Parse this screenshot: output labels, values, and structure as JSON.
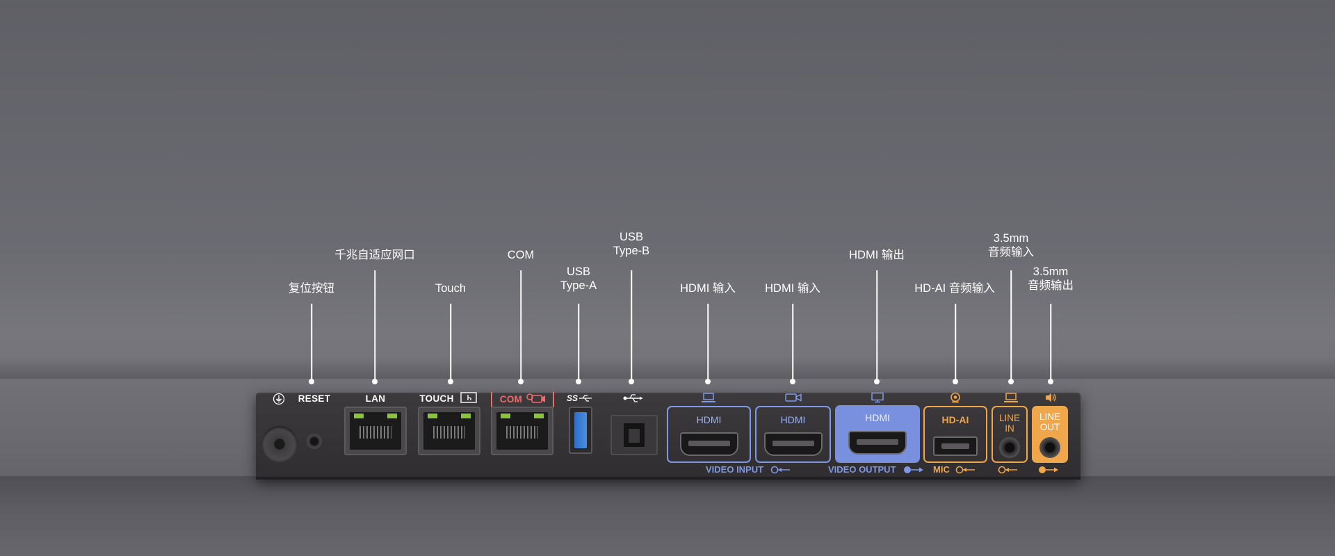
{
  "callouts": {
    "reset": "复位按钮",
    "lan": "千兆自适应网口",
    "touch": "Touch",
    "com": "COM",
    "usb_a": [
      "USB",
      "Type-A"
    ],
    "usb_b": [
      "USB",
      "Type-B"
    ],
    "hdmi_in_1": "HDMI 输入",
    "hdmi_in_2": "HDMI 输入",
    "hdmi_out": "HDMI 输出",
    "hdai": "HD-AI 音频输入",
    "line_in": [
      "3.5mm",
      "音频输入"
    ],
    "line_out": [
      "3.5mm",
      "音频输出"
    ]
  },
  "panel": {
    "reset_label": "RESET",
    "lan_label": "LAN",
    "touch_label": "TOUCH",
    "com_label": "COM",
    "hdmi_label": "HDMI",
    "hdai_label": "HD-AI",
    "line_in_label": [
      "LINE",
      "IN"
    ],
    "line_out_label": [
      "LINE",
      "OUT"
    ],
    "video_input": "VIDEO INPUT",
    "video_output": "VIDEO OUTPUT",
    "mic": "MIC"
  },
  "colors": {
    "blue_accent": "#7f99e6",
    "blue_fill": "#7990df",
    "orange_accent": "#f0a64a",
    "com_red": "#f06b6b",
    "led_green": "#8ac33c"
  },
  "icons": [
    "ground-icon",
    "touch-icon",
    "camera-icon",
    "superspeed-usb-icon",
    "usb-icon",
    "laptop-icon",
    "video-camera-icon",
    "monitor-icon",
    "microphone-icon",
    "speaker-icon",
    "input-arrow-icon",
    "output-arrow-icon"
  ]
}
